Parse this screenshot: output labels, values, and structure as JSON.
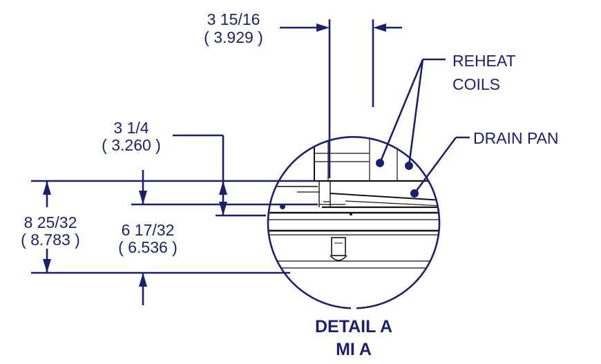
{
  "dimensions": {
    "top_width": {
      "fraction": "3 15/16",
      "decimal": "( 3.929 )"
    },
    "pan_step": {
      "fraction": "3 1/4",
      "decimal": "( 3.260 )"
    },
    "overall_height": {
      "fraction": "8 25/32",
      "decimal": "( 8.783 )"
    },
    "inner_height": {
      "fraction": "6 17/32",
      "decimal": "( 6.536 )"
    }
  },
  "callouts": {
    "reheat_line1": "REHEAT",
    "reheat_line2": "COILS",
    "drain_pan": "DRAIN PAN"
  },
  "detail": {
    "title": "DETAIL A",
    "subtitle": "MI A"
  },
  "colors": {
    "annotation": "#1c1f6e",
    "geometry": "#111111"
  }
}
